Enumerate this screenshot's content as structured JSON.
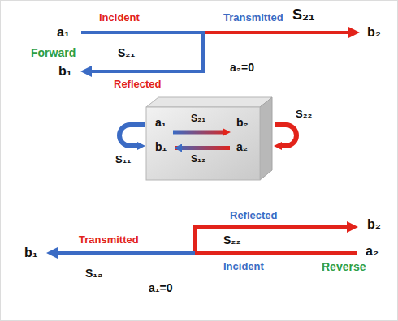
{
  "diagram": {
    "nodes": [
      {
        "text": [
          "a₁",
          "S₂₁",
          "b₂",
          "b₁",
          "a₂",
          "S₁₂"
        ]
      }
    ],
    "labels": [
      "a₁",
      "Incident",
      "Transmitted",
      "S₂₁",
      "b₂",
      "Forward",
      "S₂₁",
      "b₁",
      "Reflected",
      "a₂=0",
      "S₁₁",
      "S₂₂",
      "Reflected",
      "b₂",
      "S₂₂",
      "Reverse",
      "Transmitted",
      "b₁",
      "a₂",
      "Incident",
      "S₁₂",
      "a₁=0"
    ]
  }
}
